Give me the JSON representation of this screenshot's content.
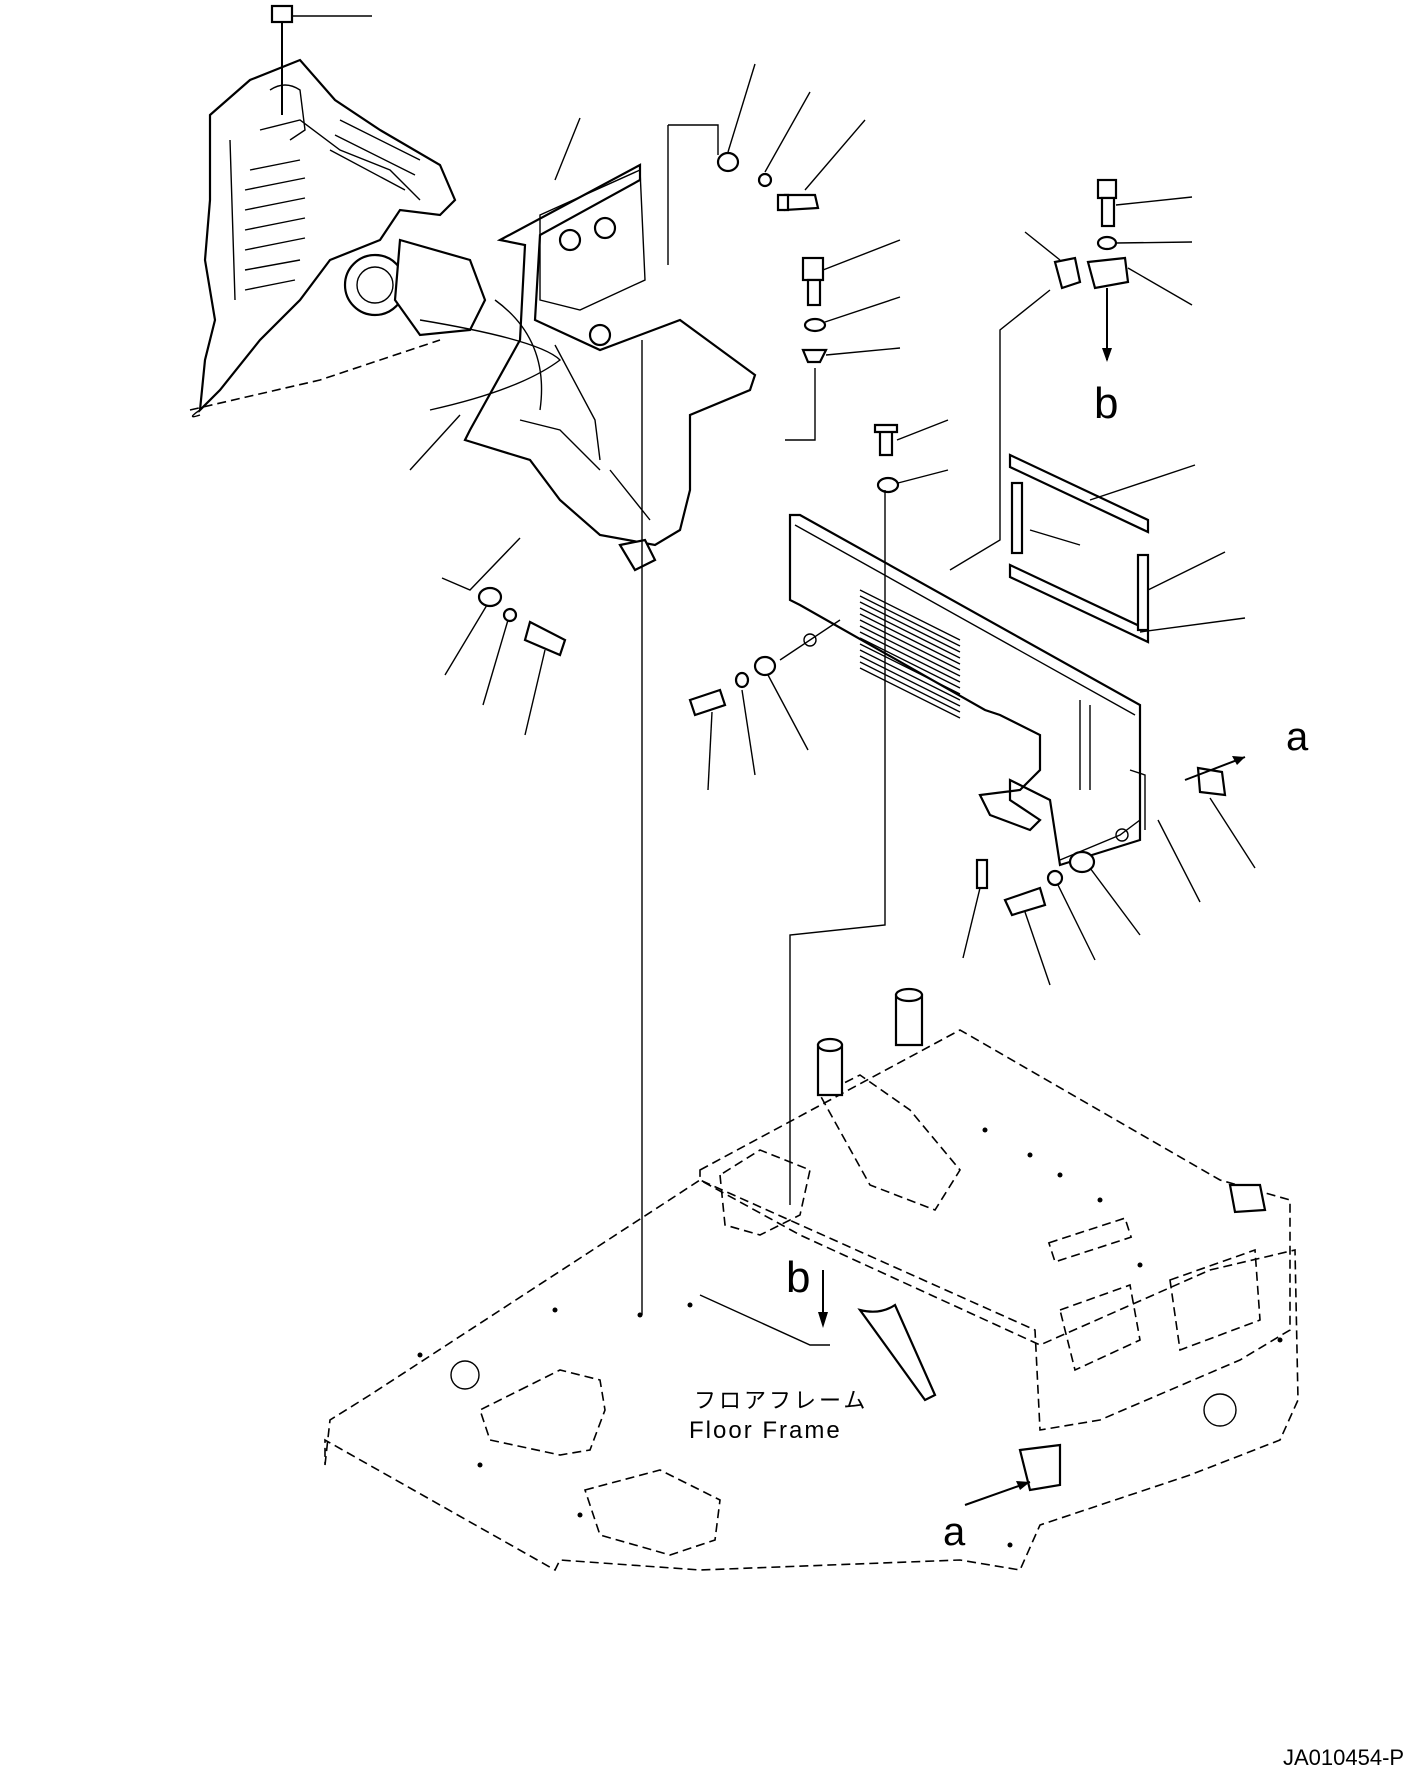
{
  "diagram": {
    "ref_a_top": "a",
    "ref_a_bottom": "a",
    "ref_b_top": "b",
    "ref_b_bottom": "b",
    "floor_frame_jp": "フロアフレーム",
    "floor_frame_en": "Floor Frame",
    "drawing_code": "JA010454-P"
  }
}
